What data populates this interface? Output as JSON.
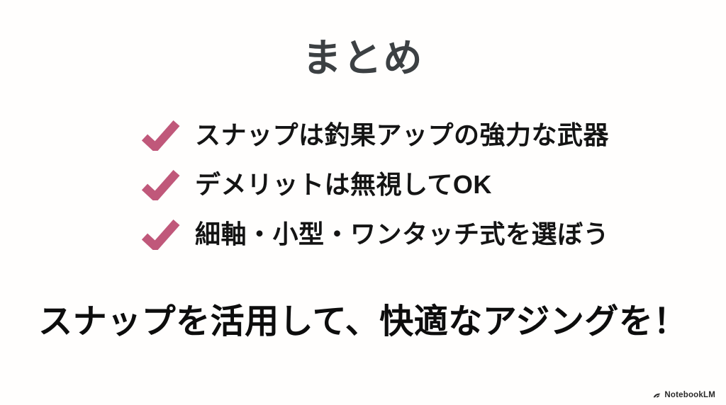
{
  "slide": {
    "title": "まとめ",
    "bullets": [
      "スナップは釣果アップの強力な武器",
      "デメリットは無視してOK",
      "細軸・小型・ワンタッチ式を選ぼう"
    ],
    "conclusion": "スナップを活用して、快適なアジングを！",
    "footer": {
      "brand": "NotebookLM"
    },
    "colors": {
      "check": "#c0587a",
      "title_text": "#3c4043",
      "body_text": "#141414",
      "background": "#fffefd"
    }
  }
}
